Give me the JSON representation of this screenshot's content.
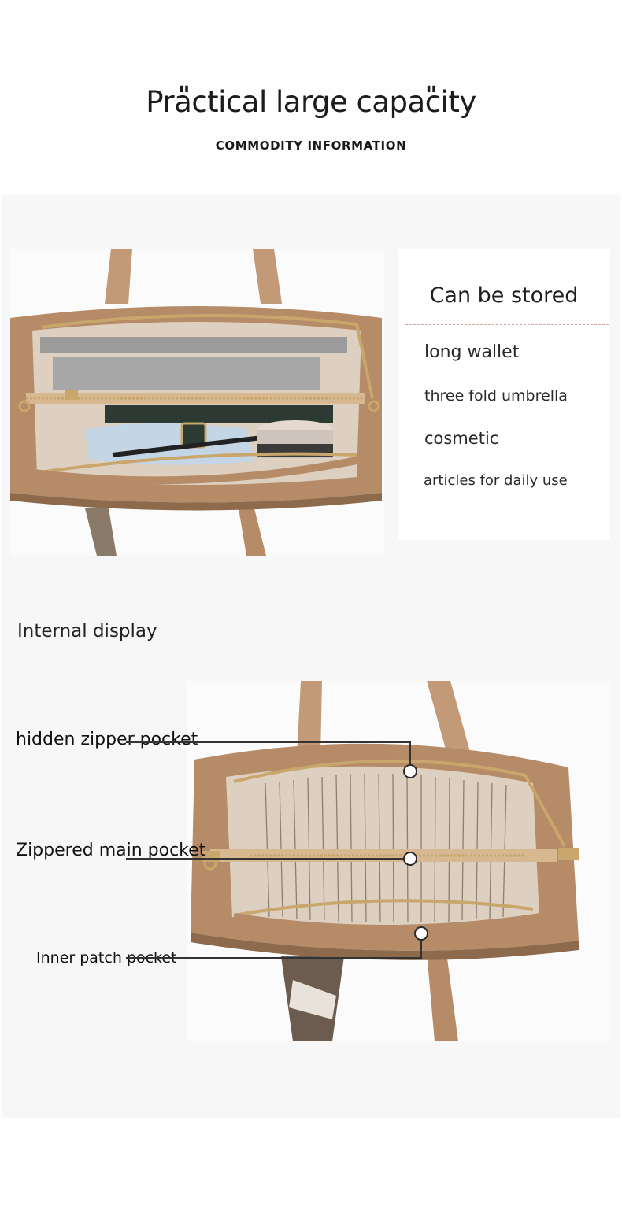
{
  "header": {
    "title": "Practical large capacity",
    "subtitle": "COMMODITY INFORMATION"
  },
  "storage": {
    "title": "Can be stored",
    "items": [
      "long wallet",
      "three fold umbrella",
      "cosmetic",
      "articles for daily use"
    ]
  },
  "internal": {
    "title": "Internal display",
    "callouts": [
      "hidden zipper pocket",
      "Zippered main pocket",
      "Inner patch pocket"
    ]
  },
  "colors": {
    "leather": "#b68c68",
    "leather_dark": "#8d6a4c",
    "lining": "#ded0c0",
    "zipper": "#c9a66b",
    "panel_bg": "#f7f7f7"
  }
}
